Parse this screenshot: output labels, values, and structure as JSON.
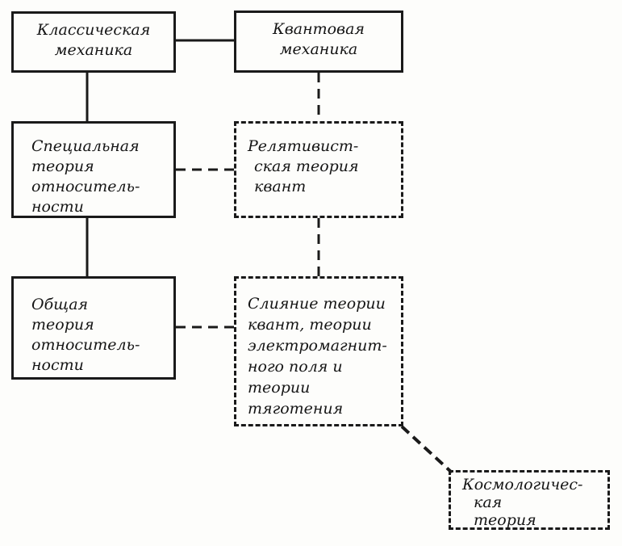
{
  "nodes": {
    "classical": {
      "lines": [
        "Классическая",
        "механика"
      ]
    },
    "quantum": {
      "lines": [
        "Квантовая",
        "механика"
      ]
    },
    "special": {
      "lines": [
        "Специальная",
        "теория",
        "относитель-",
        "ности"
      ]
    },
    "relquantum": {
      "lines": [
        "Релятивист-",
        "ская теория",
        "квант"
      ]
    },
    "general": {
      "lines": [
        "Общая",
        "теория",
        "относитель-",
        "ности"
      ]
    },
    "unified": {
      "lines": [
        "Слияние теории",
        "квант, теории",
        "электромагнит-",
        "ного поля и",
        "теории",
        "тяготения"
      ]
    },
    "cosmo": {
      "lines": [
        "Космологичес-",
        "кая",
        "теория"
      ]
    }
  }
}
